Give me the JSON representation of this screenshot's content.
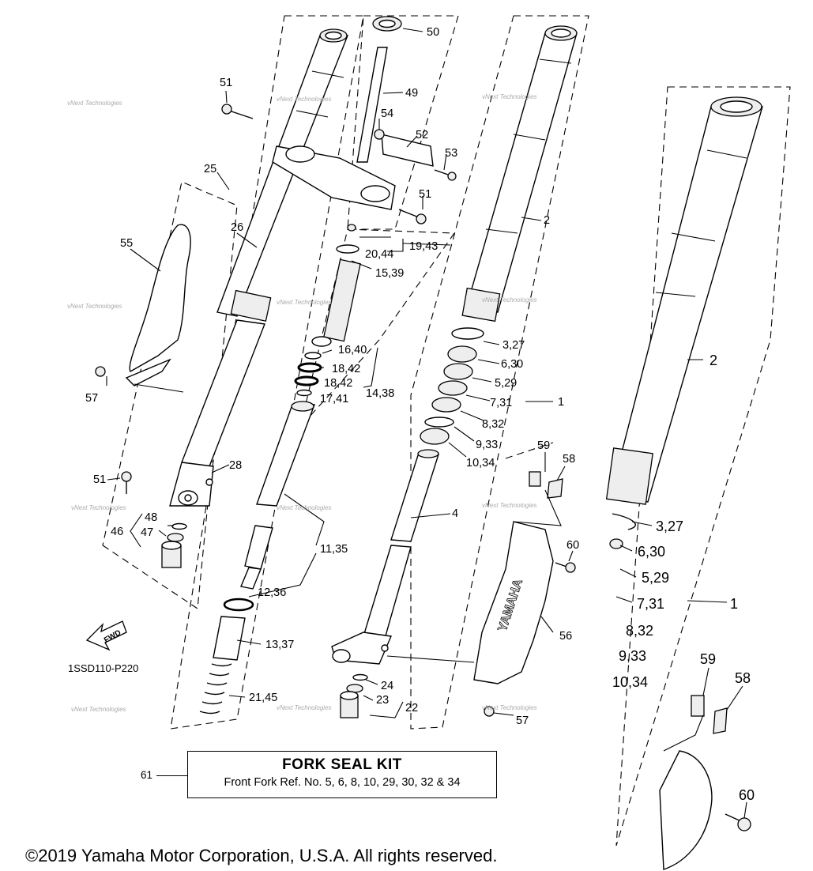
{
  "callouts": [
    "50",
    "49",
    "51",
    "54",
    "52",
    "53",
    "25",
    "51",
    "2",
    "55",
    "26",
    "19,43",
    "20,44",
    "15,39",
    "16,40",
    "18,42",
    "18,42",
    "14,38",
    "17,41",
    "57",
    "28",
    "51",
    "48",
    "47",
    "46",
    "3,27",
    "6,30",
    "5,29",
    "7,31",
    "1",
    "8,32",
    "9,33",
    "10,34",
    "59",
    "58",
    "4",
    "60",
    "11,35",
    "12,36",
    "56",
    "13,37",
    "24",
    "23",
    "22",
    "21,45",
    "57",
    "2",
    "3,27",
    "6,30",
    "5,29",
    "7,31",
    "1",
    "8,32",
    "9,33",
    "10,34",
    "59",
    "58",
    "60"
  ],
  "watermark": "vNext Technologies",
  "fwd_label": "FWD",
  "ref_code": "1SSD110-P220",
  "kit": {
    "ref": "61",
    "title": "FORK SEAL KIT",
    "text": "Front Fork Ref. No. 5, 6, 8, 10, 29, 30, 32 & 34"
  },
  "copyright": "©2019 Yamaha Motor Corporation, U.S.A. All rights reserved.",
  "guard_text": "YAMAHA"
}
